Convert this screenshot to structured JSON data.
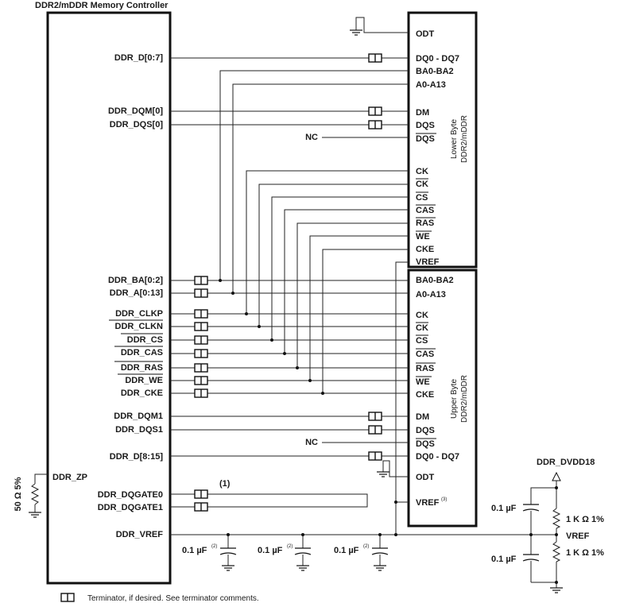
{
  "controller": {
    "title": "DDR2/mDDR Memory Controller",
    "signals": {
      "dq": "DDR_D[0:7]",
      "dqm0": "DDR_DQM[0]",
      "dqs0": "DDR_DQS[0]",
      "ba": "DDR_BA[0:2]",
      "a": "DDR_A[0:13]",
      "clkp": "DDR_CLKP",
      "clkn": "DDR_CLKN",
      "cs": "DDR_CS",
      "cas": "DDR_CAS",
      "ras": "DDR_RAS",
      "we": "DDR_WE",
      "cke": "DDR_CKE",
      "dqm1": "DDR_DQM1",
      "dqs1": "DDR_DQS1",
      "dq_hi": "DDR_D[8:15]",
      "zp": "DDR_ZP",
      "dqgate0": "DDR_DQGATE0",
      "dqgate1": "DDR_DQGATE1",
      "vref": "DDR_VREF"
    }
  },
  "lower_chip": {
    "title_line1": "Lower Byte",
    "title_line2": "DDR2/mDDR",
    "pins": {
      "odt": "ODT",
      "dq": "DQ0 - DQ7",
      "ba": "BA0-BA2",
      "a": "A0-A13",
      "dm": "DM",
      "dqs": "DQS",
      "dqs_n": "DQS",
      "ck": "CK",
      "ck_n": "CK",
      "cs": "CS",
      "cas": "CAS",
      "ras": "RAS",
      "we": "WE",
      "cke": "CKE",
      "vref": "VREF"
    }
  },
  "upper_chip": {
    "title_line1": "Upper Byte",
    "title_line2": "DDR2/mDDR",
    "pins": {
      "ba": "BA0-BA2",
      "a": "A0-A13",
      "ck": "CK",
      "ck_n": "CK",
      "cs": "CS",
      "cas": "CAS",
      "ras": "RAS",
      "we": "WE",
      "cke": "CKE",
      "dm": "DM",
      "dqs": "DQS",
      "dqs_n": "DQS",
      "dq": "DQ0 - DQ7",
      "odt": "ODT",
      "vref": "VREF",
      "vref_note": "(3)"
    }
  },
  "labels": {
    "nc": "NC",
    "zp_resistor": "50 Ω 5%",
    "note1": "(1)",
    "cap": "0.1 µF",
    "cap_note": "(2)",
    "supply": "DDR_DVDD18",
    "vref_node": "VREF",
    "res_1k": "1 K Ω 1%",
    "legend": "Terminator, if desired. See terminator comments."
  }
}
